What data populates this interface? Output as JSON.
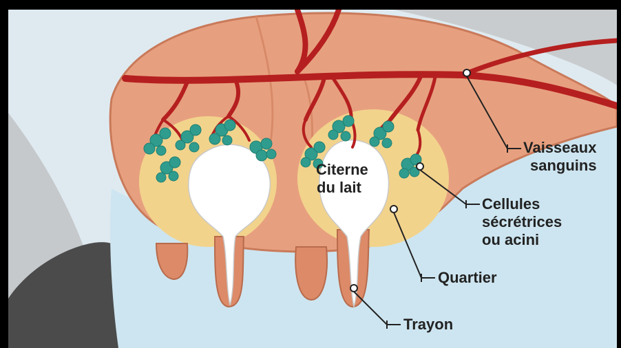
{
  "labels": {
    "citerne_line1": "Citerne",
    "citerne_line2": "du lait",
    "vaisseaux_line1": "Vaisseaux",
    "vaisseaux_line2": "sanguins",
    "cellules_line1": "Cellules",
    "cellules_line2": "sécrétrices",
    "cellules_line3": "ou acini",
    "quartier": "Quartier",
    "trayon": "Trayon"
  },
  "colors": {
    "udder": "#e59a7a",
    "udder_dark": "#d77d5b",
    "vessels": "#b51f1f",
    "alveoli": "#2f9c8e",
    "quarter": "#f3d28a",
    "cistern": "#ffffff",
    "background_light": "#cfe5f0",
    "background_gray": "#4b4b4b"
  }
}
